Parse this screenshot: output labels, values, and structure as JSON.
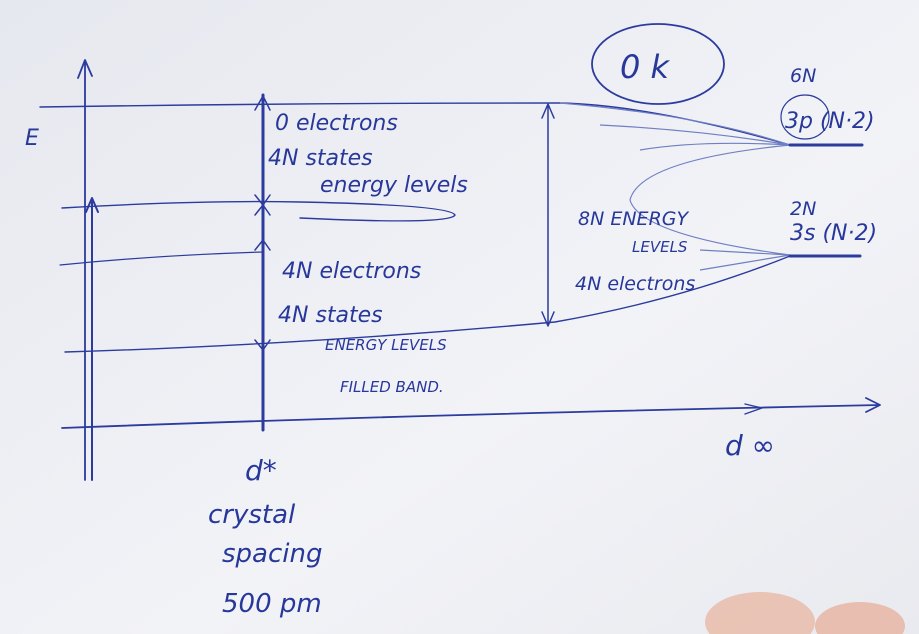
{
  "axis": {
    "energy_label": "E",
    "d_infinity_label": "d ∞",
    "d_star_label": "d*"
  },
  "temperature": "0 k",
  "upper_band": {
    "electrons": "0 electrons",
    "states": "4N states",
    "levels": "energy levels"
  },
  "lower_band": {
    "electrons": "4N electrons",
    "states": "4N states",
    "levels": "ENERGY LEVELS",
    "filled": "FILLED BAND."
  },
  "middle": {
    "levels_line1": "8N ENERGY",
    "levels_line2": "LEVELS",
    "electrons": "4N electrons"
  },
  "atomic_levels": {
    "p_count": "6N",
    "p_label": "3p (N·2)",
    "s_count": "2N",
    "s_label": "3s (N·2)"
  },
  "spacing": {
    "line1": "crystal",
    "line2": "spacing",
    "line3": "500 pm"
  }
}
